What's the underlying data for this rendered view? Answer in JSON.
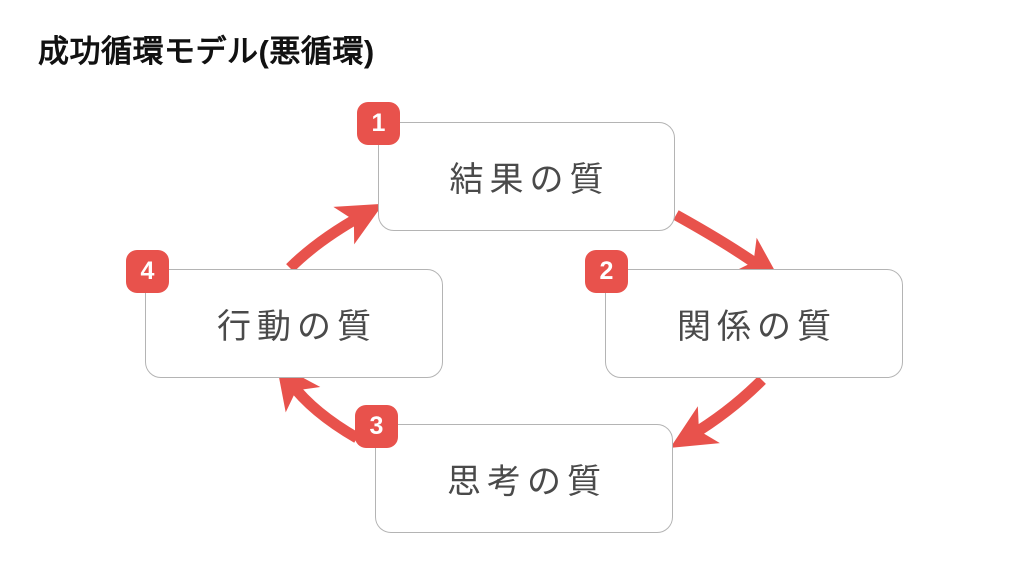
{
  "page": {
    "title": "成功循環モデル(悪循環)",
    "background_color": "#ffffff",
    "title_color": "#111111"
  },
  "theme": {
    "accent_color": "#e8524c",
    "box_border_color": "#b4b4b4",
    "box_fill_color": "#ffffff",
    "label_text_color": "#4a4a4a",
    "badge_text_color": "#ffffff"
  },
  "diagram": {
    "type": "cycle",
    "direction": "clockwise",
    "node_count": 4,
    "nodes": [
      {
        "step": "1",
        "label": "結果の質",
        "position": "top"
      },
      {
        "step": "2",
        "label": "関係の質",
        "position": "right"
      },
      {
        "step": "3",
        "label": "思考の質",
        "position": "bottom"
      },
      {
        "step": "4",
        "label": "行動の質",
        "position": "left"
      }
    ],
    "arrows": [
      {
        "from": "1",
        "to": "2",
        "shape": "curved",
        "color": "#e8524c"
      },
      {
        "from": "2",
        "to": "3",
        "shape": "curved",
        "color": "#e8524c"
      },
      {
        "from": "3",
        "to": "4",
        "shape": "curved",
        "color": "#e8524c"
      },
      {
        "from": "4",
        "to": "1",
        "shape": "curved",
        "color": "#e8524c"
      }
    ]
  }
}
